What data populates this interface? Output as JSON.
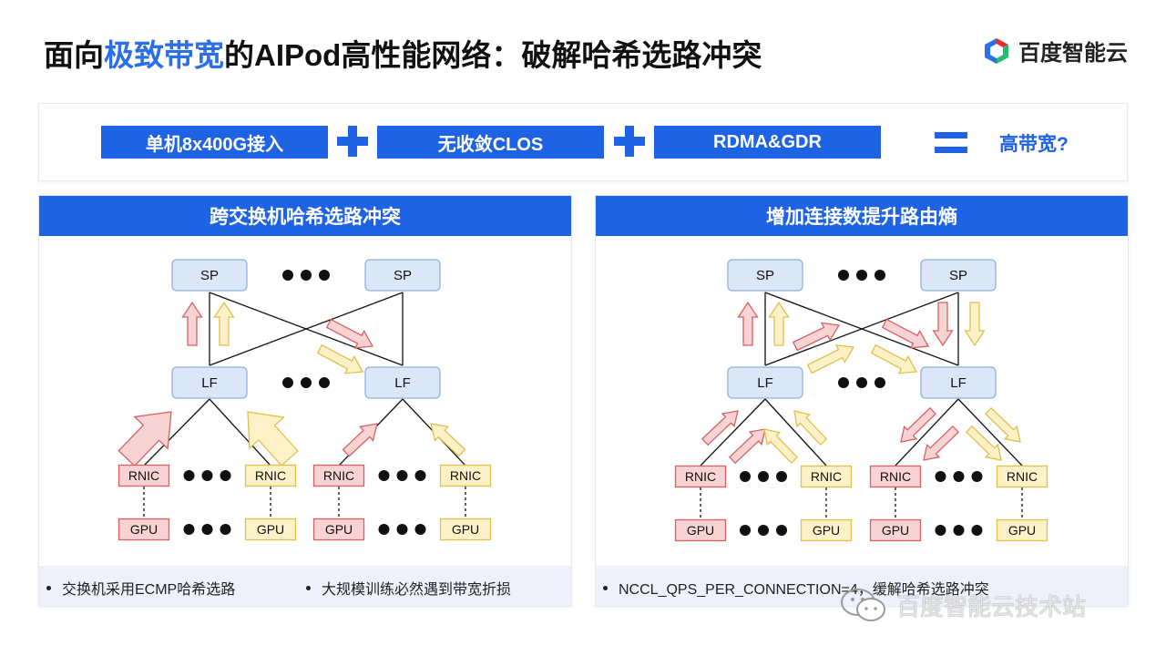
{
  "title": {
    "prefix": "面向",
    "highlight": "极致带宽",
    "suffix": "的AIPod高性能网络：破解哈希选路冲突"
  },
  "logo": {
    "text": "百度智能云"
  },
  "formula": {
    "term1": "单机8x400G接入",
    "term2": "无收敛CLOS",
    "term3": "RDMA&GDR",
    "result": "高带宽?"
  },
  "colors": {
    "accent": "#1d63e3",
    "node_blue_fill": "#dbe7f7",
    "red_fill": "#f8d3d3",
    "red_stroke": "#d96060",
    "yellow_fill": "#fdf1c8",
    "yellow_stroke": "#e0bf4a"
  },
  "labels": {
    "spine": "SP",
    "leaf": "LF",
    "rnic": "RNIC",
    "gpu": "GPU"
  },
  "left_panel": {
    "heading": "跨交换机哈希选路冲突",
    "bullets": [
      "交换机采用ECMP哈希选路",
      "大规模训练必然遇到带宽折损"
    ]
  },
  "right_panel": {
    "heading": "增加连接数提升路由熵",
    "bullets": [
      "NCCL_QPS_PER_CONNECTION=4，缓解哈希选路冲突"
    ]
  },
  "watermark": {
    "text": "百度智能云技术站"
  }
}
